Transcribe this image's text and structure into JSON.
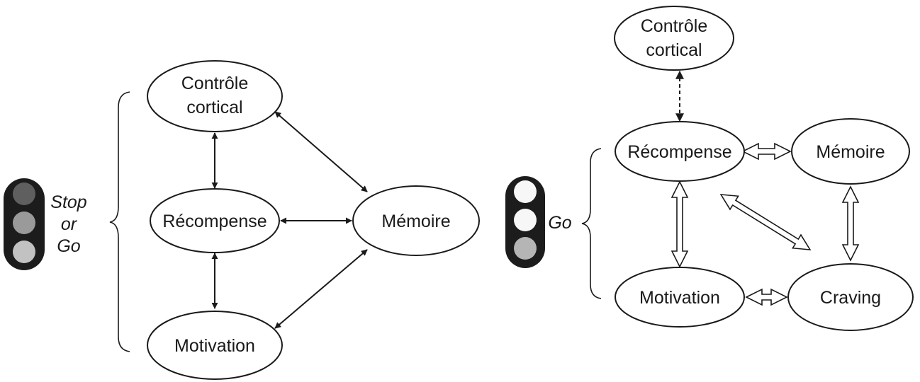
{
  "left_panel": {
    "traffic_light": {
      "lamp_colors": [
        "#5f5f5f",
        "#9a9a9a",
        "#c2c2c2"
      ],
      "housing_color": "#1c1c1c"
    },
    "side_label": [
      "Stop",
      "or",
      "Go"
    ],
    "nodes": {
      "controle": [
        "Contrôle",
        "cortical"
      ],
      "recompense": [
        "Récompense"
      ],
      "motivation": [
        "Motivation"
      ],
      "memoire": [
        "Mémoire"
      ]
    },
    "edges": [
      {
        "from": "controle",
        "to": "recompense",
        "style": "solid-double-arrow"
      },
      {
        "from": "recompense",
        "to": "motivation",
        "style": "solid-double-arrow"
      },
      {
        "from": "recompense",
        "to": "memoire",
        "style": "solid-double-arrow"
      },
      {
        "from": "controle",
        "to": "memoire",
        "style": "solid-double-arrow"
      },
      {
        "from": "motivation",
        "to": "memoire",
        "style": "solid-double-arrow"
      }
    ]
  },
  "right_panel": {
    "traffic_light": {
      "lamp_colors": [
        "#f7f7f7",
        "#f7f7f7",
        "#b5b5b5"
      ],
      "housing_color": "#1c1c1c"
    },
    "side_label": [
      "Go"
    ],
    "nodes": {
      "controle": [
        "Contrôle",
        "cortical"
      ],
      "recompense": [
        "Récompense"
      ],
      "memoire": [
        "Mémoire"
      ],
      "motivation": [
        "Motivation"
      ],
      "craving": [
        "Craving"
      ]
    },
    "edges": [
      {
        "from": "controle",
        "to": "recompense",
        "style": "dashed-double-arrow"
      },
      {
        "from": "recompense",
        "to": "memoire",
        "style": "hollow-double-arrow"
      },
      {
        "from": "recompense",
        "to": "motivation",
        "style": "hollow-double-arrow"
      },
      {
        "from": "memoire",
        "to": "craving",
        "style": "hollow-double-arrow"
      },
      {
        "from": "motivation",
        "to": "craving",
        "style": "hollow-double-arrow"
      },
      {
        "from": "recompense",
        "to": "craving",
        "style": "hollow-double-arrow"
      }
    ]
  }
}
